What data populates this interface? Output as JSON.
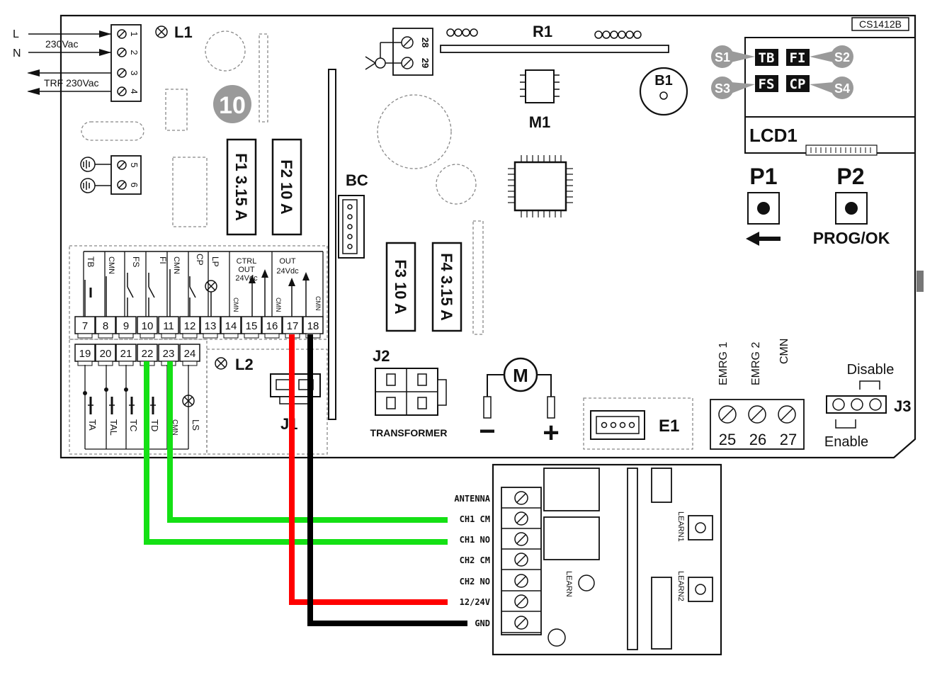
{
  "board": {
    "code": "CS1412B",
    "mains": {
      "l": "L",
      "n": "N",
      "v230": "230Vac",
      "trf": "TRF 230Vac"
    },
    "l1": "L1",
    "l2": "L2",
    "badge": "10",
    "fuses": [
      "F1 3.15 A",
      "F2 10 A",
      "F3 10 A",
      "F4 3.15 A"
    ],
    "bc": "BC",
    "r1": "R1",
    "m1": "M1",
    "b1": "B1",
    "lcd": "LCD1",
    "p1": "P1",
    "p2": "P2",
    "prog": "PROG/OK",
    "j1": "J1",
    "j2": "J2",
    "transformer": "TRANSFORMER",
    "motor": "M",
    "minus": "−",
    "plus": "+",
    "e1": "E1",
    "j3": "J3",
    "disable": "Disable",
    "enable": "Enable",
    "lcd_codes": [
      "TB",
      "FI",
      "FS",
      "CP"
    ],
    "s_markers": [
      "S1",
      "S2",
      "S3",
      "S4"
    ],
    "emrg": [
      "EMRG 1",
      "EMRG 2",
      "CMN"
    ],
    "emrg_nums": [
      "25",
      "26",
      "27"
    ],
    "top_terms": [
      "1",
      "2",
      "3",
      "4"
    ],
    "earth_terms": [
      "5",
      "6"
    ],
    "aux_terms": [
      "28",
      "29"
    ],
    "row1": [
      "7",
      "8",
      "9",
      "10",
      "11",
      "12",
      "13",
      "14",
      "15",
      "16",
      "17",
      "18"
    ],
    "row2": [
      "19",
      "20",
      "21",
      "22",
      "23",
      "24"
    ],
    "upper_labels": [
      "TB",
      "CMN",
      "FS",
      "FI",
      "CMN",
      "CP",
      "LP"
    ],
    "ctrl_out": [
      "CTRL",
      "OUT",
      "24Vdc"
    ],
    "out": [
      "OUT",
      "24Vdc"
    ],
    "cmn": "CMN",
    "lower_labels": [
      "TA",
      "TAL",
      "TC",
      "TD",
      "CMN",
      "LS"
    ]
  },
  "receiver": {
    "pins": [
      "ANTENNA",
      "CH1 CM",
      "CH1 NO",
      "CH2 CM",
      "CH2 NO",
      "12/24V",
      "GND"
    ],
    "learn": "LEARN",
    "learn1": "LEARN1",
    "learn2": "LEARN2"
  },
  "colors": {
    "green": "#14e014",
    "red": "#ff0000",
    "black": "#000000",
    "badge": "#9a9a9a",
    "dashed": "#888888"
  }
}
